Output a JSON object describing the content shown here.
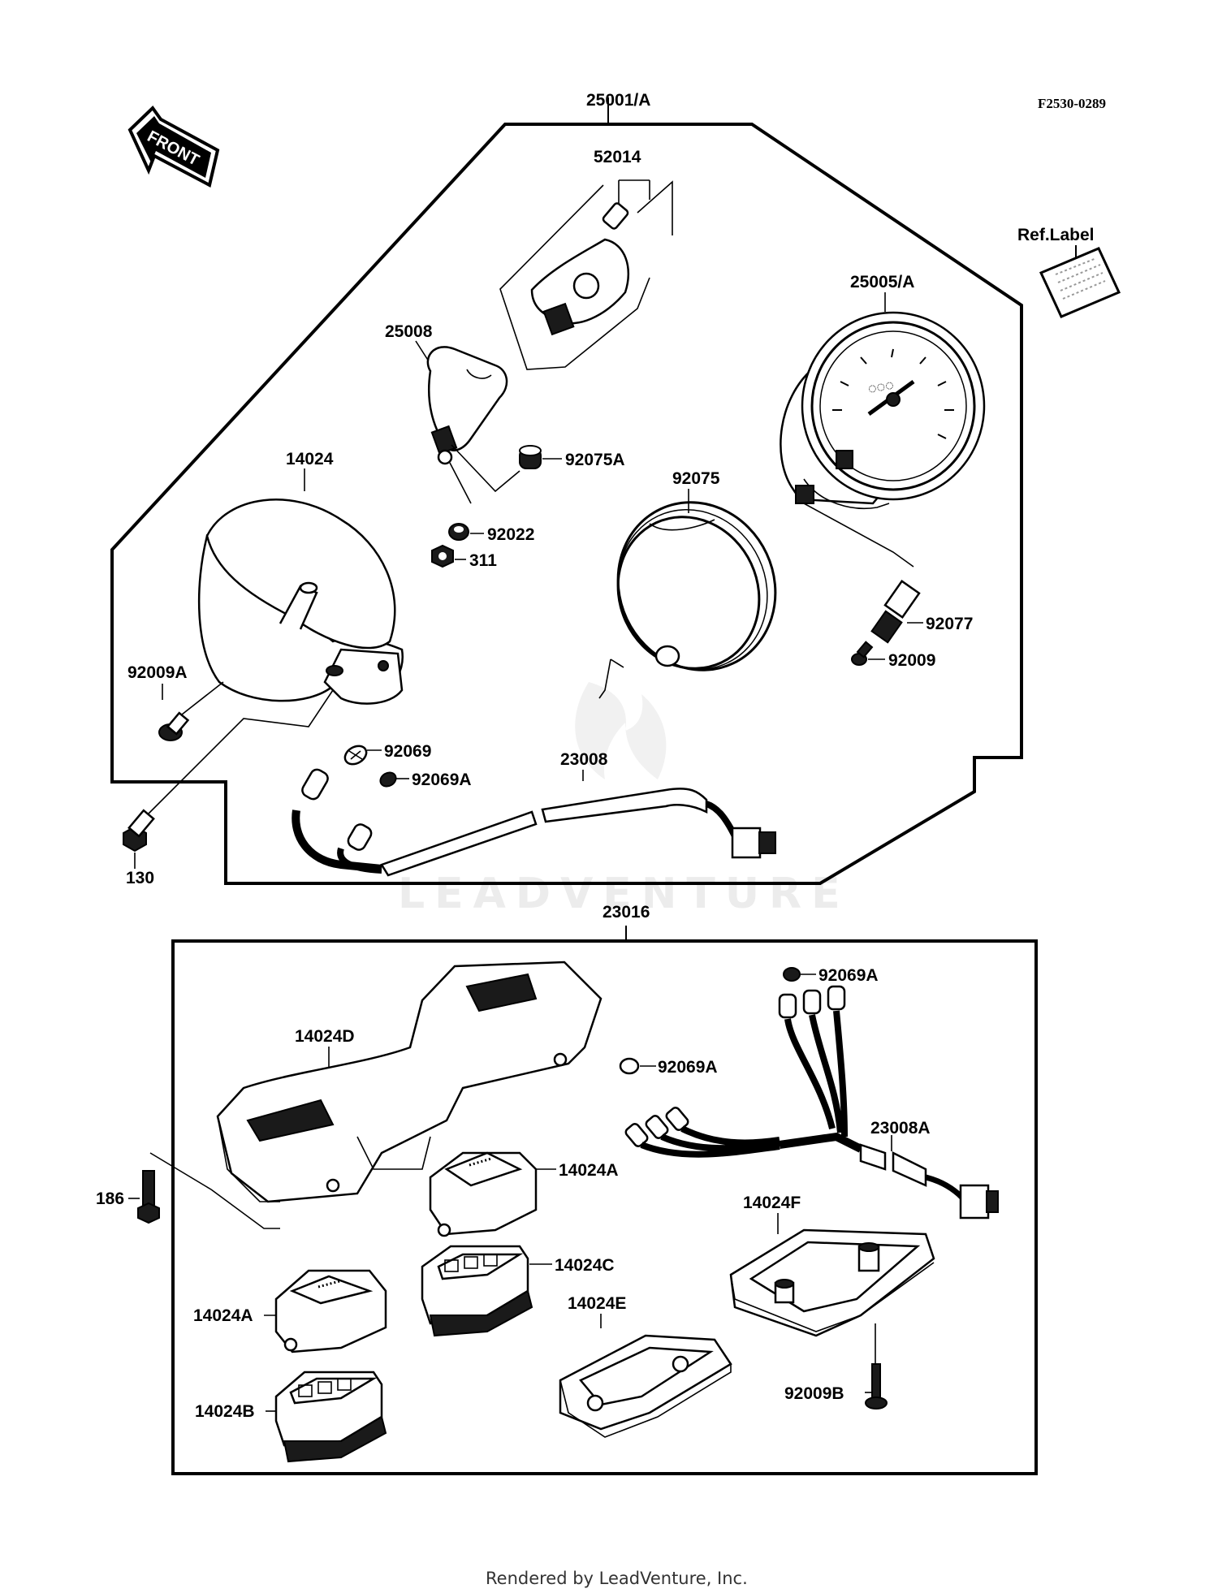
{
  "diagram": {
    "code": "F2530-0289",
    "front_label": "FRONT",
    "ref_label": "Ref.Label",
    "watermark": "LEADVENTURE",
    "footer": "Rendered by LeadVenture, Inc.",
    "upper_group": {
      "assembly": "25001/A",
      "parts": {
        "p52014": "52014",
        "p25005A": "25005/A",
        "p25008": "25008",
        "p92075A": "92075A",
        "p14024": "14024",
        "p92022": "92022",
        "p311": "311",
        "p92075": "92075",
        "p92077": "92077",
        "p92009": "92009",
        "p92009A": "92009A",
        "p92069": "92069",
        "p92069A": "92069A",
        "p23008": "23008",
        "p130": "130"
      }
    },
    "lower_group": {
      "assembly": "23016",
      "parts": {
        "p92069A_top": "92069A",
        "p92069A_mid": "92069A",
        "p14024D": "14024D",
        "p23008A": "23008A",
        "p186": "186",
        "p14024A_mid": "14024A",
        "p14024F": "14024F",
        "p14024C": "14024C",
        "p14024E": "14024E",
        "p14024A_low": "14024A",
        "p14024B": "14024B",
        "p92009B": "92009B"
      }
    }
  }
}
